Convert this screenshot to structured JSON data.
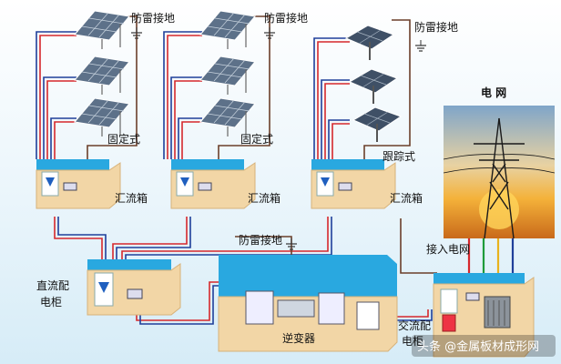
{
  "labels": {
    "lightning_ground": "防雷接地",
    "fixed_mount": "固定式",
    "tracking_mount": "跟踪式",
    "combiner_box": "汇流箱",
    "dc_cabinet_line1": "直流配",
    "dc_cabinet_line2": "电柜",
    "inverter": "逆变器",
    "grid": "电  网",
    "grid_connection": "接入电网",
    "ac_cabinet_line1": "交流配",
    "ac_cabinet_line2": "电柜"
  },
  "watermark": "头条 @金属板材成形网",
  "colors": {
    "dc_positive": "#d6282c",
    "dc_negative": "#1f3f9a",
    "ground_wire": "#6b3f2a",
    "platform_top": "#29a8e0",
    "platform_body": "#f2d6a6",
    "panel": "#5b6f86",
    "ac_green": "#1e9b3a",
    "ac_yellow": "#e8b21c"
  },
  "icons": [
    "solar-panel-icon",
    "tracker-panel-icon",
    "ground-symbol-icon",
    "combiner-box-icon",
    "cabinet-icon",
    "transmission-tower-icon",
    "transformer-icon"
  ]
}
